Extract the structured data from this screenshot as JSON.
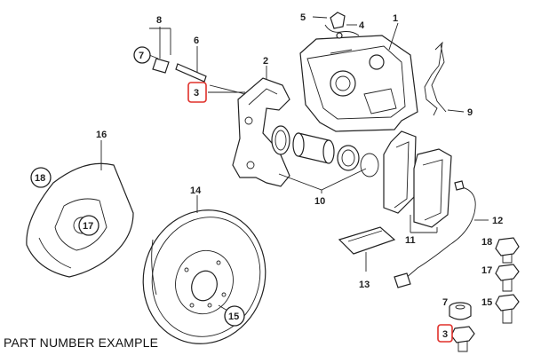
{
  "diagram": {
    "part_numbers": {
      "p1": "1",
      "p2": "2",
      "p3": "3",
      "p4": "4",
      "p5": "5",
      "p6": "6",
      "p7": "7",
      "p8": "8",
      "p9": "9",
      "p10": "10",
      "p11": "11",
      "p12": "12",
      "p13": "13",
      "p14": "14",
      "p15": "15",
      "p16": "16",
      "p17": "17",
      "p18": "18"
    },
    "legend": {
      "l18": "18",
      "l17": "17",
      "l15": "15",
      "l7": "7",
      "l3": "3"
    },
    "highlight_color": "#e0302a"
  },
  "caption": "PART NUMBER EXAMPLE"
}
